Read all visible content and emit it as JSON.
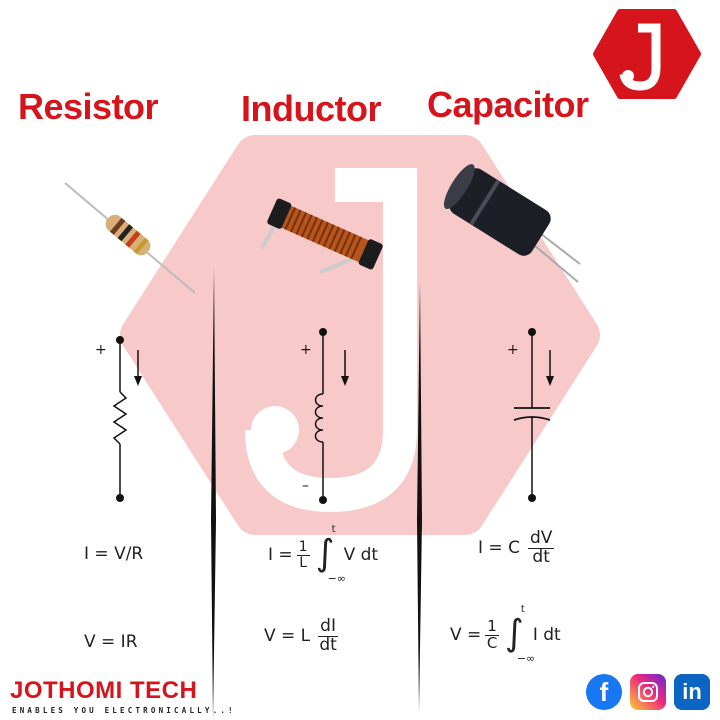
{
  "titles": {
    "resistor": "Resistor",
    "inductor": "Inductor",
    "capacitor": "Capacitor"
  },
  "logo_letter": "J",
  "symbol_labels": {
    "plus": "+",
    "minus": "–"
  },
  "formulas": {
    "resistor_current": "I = V/R",
    "resistor_voltage": "V = IR",
    "inductor_current": {
      "lhs": "I =",
      "num": "1",
      "den": "L",
      "sup": "t",
      "sub": "−∞",
      "body": "V dt"
    },
    "inductor_voltage": {
      "lhs": "V = L",
      "num": "dI",
      "den": "dt"
    },
    "capacitor_current": {
      "lhs": "I = C",
      "num": "dV",
      "den": "dt"
    },
    "capacitor_voltage": {
      "lhs": "V =",
      "num": "1",
      "den": "C",
      "sup": "t",
      "sub": "−∞",
      "body": "I dt"
    }
  },
  "brand": {
    "name": "JOTHOMI TECH",
    "tagline": "ENABLES YOU ELECTRONICALLY..!"
  },
  "social": {
    "facebook": "f",
    "linkedin": "in"
  },
  "colors": {
    "brand_red": "#d5141c",
    "watermark": "#f7c9c9",
    "facebook": "#1877f2",
    "linkedin": "#0a66c2"
  }
}
